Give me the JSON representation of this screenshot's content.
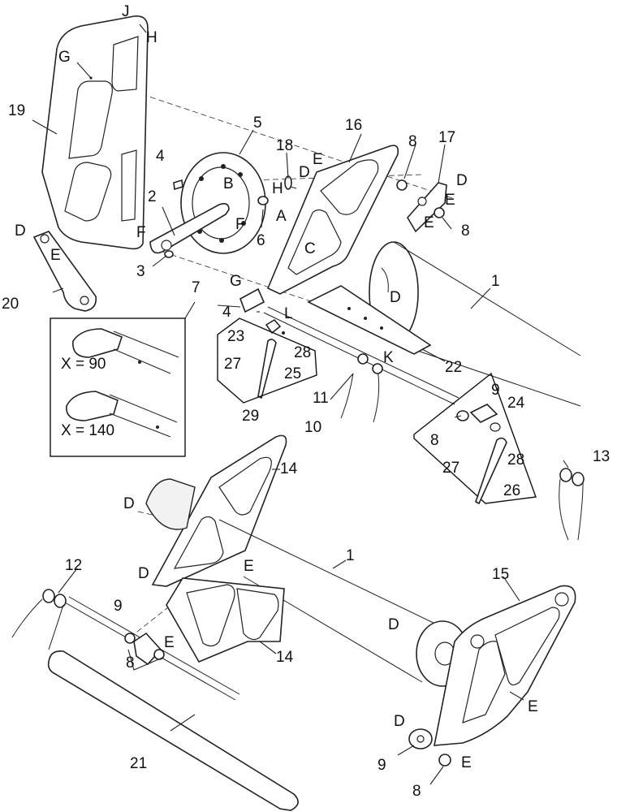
{
  "labels": [
    {
      "id": "lbl-J",
      "text": "J"
    },
    {
      "id": "lbl-H1",
      "text": "H"
    },
    {
      "id": "lbl-G1",
      "text": "G"
    },
    {
      "id": "lbl-19",
      "text": "19"
    },
    {
      "id": "lbl-5",
      "text": "5"
    },
    {
      "id": "lbl-4a",
      "text": "4"
    },
    {
      "id": "lbl-B",
      "text": "B"
    },
    {
      "id": "lbl-2",
      "text": "2"
    },
    {
      "id": "lbl-F1",
      "text": "F"
    },
    {
      "id": "lbl-F2",
      "text": "F"
    },
    {
      "id": "lbl-3",
      "text": "3"
    },
    {
      "id": "lbl-6",
      "text": "6"
    },
    {
      "id": "lbl-18",
      "text": "18"
    },
    {
      "id": "lbl-H2",
      "text": "H"
    },
    {
      "id": "lbl-A",
      "text": "A"
    },
    {
      "id": "lbl-16",
      "text": "16"
    },
    {
      "id": "lbl-D1",
      "text": "D"
    },
    {
      "id": "lbl-E1",
      "text": "E"
    },
    {
      "id": "lbl-C",
      "text": "C"
    },
    {
      "id": "lbl-8a",
      "text": "8"
    },
    {
      "id": "lbl-17",
      "text": "17"
    },
    {
      "id": "lbl-D2",
      "text": "D"
    },
    {
      "id": "lbl-E2",
      "text": "E"
    },
    {
      "id": "lbl-E3",
      "text": "E"
    },
    {
      "id": "lbl-8b",
      "text": "8"
    },
    {
      "id": "lbl-D3",
      "text": "D"
    },
    {
      "id": "lbl-E4",
      "text": "E"
    },
    {
      "id": "lbl-20",
      "text": "20"
    },
    {
      "id": "lbl-7",
      "text": "7"
    },
    {
      "id": "lbl-G2",
      "text": "G"
    },
    {
      "id": "lbl-4b",
      "text": "4"
    },
    {
      "id": "lbl-L",
      "text": "L"
    },
    {
      "id": "lbl-23",
      "text": "23"
    },
    {
      "id": "lbl-28a",
      "text": "28"
    },
    {
      "id": "lbl-27a",
      "text": "27"
    },
    {
      "id": "lbl-25",
      "text": "25"
    },
    {
      "id": "lbl-29",
      "text": "29"
    },
    {
      "id": "lbl-X90",
      "text": "X = 90"
    },
    {
      "id": "lbl-X140",
      "text": "X = 140"
    },
    {
      "id": "lbl-D4",
      "text": "D"
    },
    {
      "id": "lbl-1a",
      "text": "1"
    },
    {
      "id": "lbl-22",
      "text": "22"
    },
    {
      "id": "lbl-K",
      "text": "K"
    },
    {
      "id": "lbl-11",
      "text": "11"
    },
    {
      "id": "lbl-10",
      "text": "10"
    },
    {
      "id": "lbl-9a",
      "text": "9"
    },
    {
      "id": "lbl-24",
      "text": "24"
    },
    {
      "id": "lbl-8c",
      "text": "8"
    },
    {
      "id": "lbl-27b",
      "text": "27"
    },
    {
      "id": "lbl-28b",
      "text": "28"
    },
    {
      "id": "lbl-26",
      "text": "26"
    },
    {
      "id": "lbl-13",
      "text": "13"
    },
    {
      "id": "lbl-14a",
      "text": "14"
    },
    {
      "id": "lbl-D5",
      "text": "D"
    },
    {
      "id": "lbl-1b",
      "text": "1"
    },
    {
      "id": "lbl-D6",
      "text": "D"
    },
    {
      "id": "lbl-E5",
      "text": "E"
    },
    {
      "id": "lbl-12",
      "text": "12"
    },
    {
      "id": "lbl-9b",
      "text": "9"
    },
    {
      "id": "lbl-E6",
      "text": "E"
    },
    {
      "id": "lbl-8d",
      "text": "8"
    },
    {
      "id": "lbl-14b",
      "text": "14"
    },
    {
      "id": "lbl-D7",
      "text": "D"
    },
    {
      "id": "lbl-15",
      "text": "15"
    },
    {
      "id": "lbl-E7",
      "text": "E"
    },
    {
      "id": "lbl-D8",
      "text": "D"
    },
    {
      "id": "lbl-21",
      "text": "21"
    },
    {
      "id": "lbl-9c",
      "text": "9"
    },
    {
      "id": "lbl-E8",
      "text": "E"
    },
    {
      "id": "lbl-8e",
      "text": "8"
    }
  ]
}
